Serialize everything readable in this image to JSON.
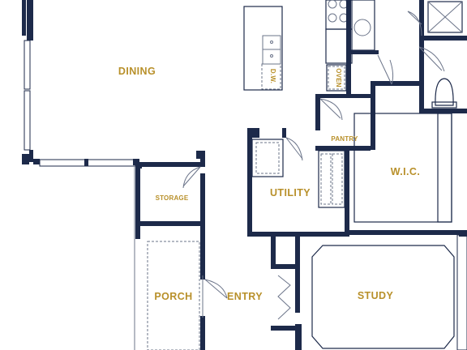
{
  "rooms": {
    "dining": "DINING",
    "utility": "UTILITY",
    "wic": "W.I.C.",
    "storage": "STORAGE",
    "porch": "PORCH",
    "entry": "ENTRY",
    "study": "STUDY",
    "pantry": "PANTRY"
  },
  "fixtures": {
    "dishwasher": "D.W.",
    "oven": "OVEN"
  },
  "colors": {
    "wall": "#1d2a4a",
    "label": "#b8902a",
    "background": "#ffffff"
  }
}
